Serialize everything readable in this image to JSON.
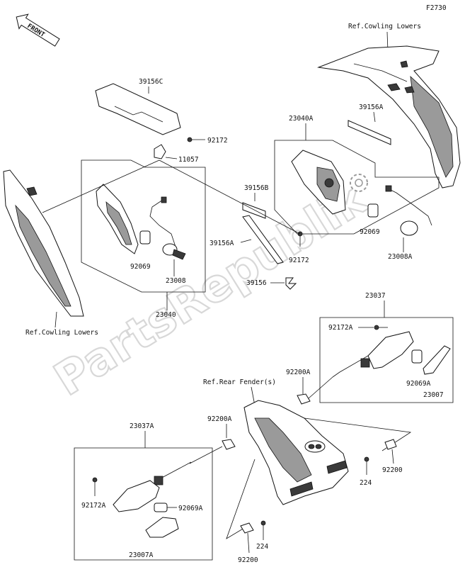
{
  "figure_code": "F2730",
  "front_badge": "FRONT",
  "watermark": "PartsRepublik",
  "refs": {
    "cowling_lowers_top": "Ref.Cowling Lowers",
    "cowling_lowers_left": "Ref.Cowling Lowers",
    "rear_fender": "Ref.Rear Fender(s)"
  },
  "labels": {
    "p39156C": "39156C",
    "p92172_top": "92172",
    "p11057": "11057",
    "p23040A": "23040A",
    "p39156A_top": "39156A",
    "p39156B": "39156B",
    "p39156A_left": "39156A",
    "p92172_mid": "92172",
    "p39156": "39156",
    "p92069_left": "92069",
    "p23008": "23008",
    "p23040": "23040",
    "p92069_right": "92069",
    "p23008A": "23008A",
    "p23037": "23037",
    "p92172A_right": "92172A",
    "p92069A_right": "92069A",
    "p23007": "23007",
    "p92200A_right": "92200A",
    "p92200A_left": "92200A",
    "p23037A": "23037A",
    "p92172A_left": "92172A",
    "p92069A_left": "92069A",
    "p23007A": "23007A",
    "p224_right": "224",
    "p92200_right": "92200",
    "p224_bottom": "224",
    "p92200_bottom": "92200"
  }
}
